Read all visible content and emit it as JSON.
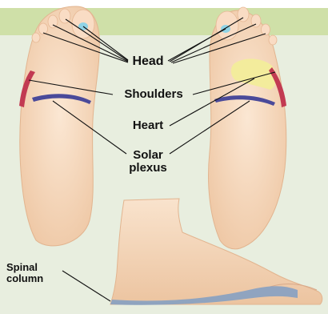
{
  "labels": {
    "head": "Head",
    "shoulders": "Shoulders",
    "heart": "Heart",
    "solar_plexus_line1": "Solar",
    "solar_plexus_line2": "plexus",
    "spinal_column_line1": "Spinal",
    "spinal_column_line2": "column"
  },
  "colors": {
    "background": "#ffffff",
    "panel": "#e8eedf",
    "top_band": "#cfe0a8",
    "skin": "#f5d9bf",
    "skin_shade": "#e9c3a2",
    "head_zone": "#8fd3e6",
    "shoulder_zone": "#c23a52",
    "heart_zone": "#f3ec9c",
    "solar_plexus_zone": "#4a4a9a",
    "spine_zone": "#7f9ec4",
    "leader_line": "#111111"
  }
}
